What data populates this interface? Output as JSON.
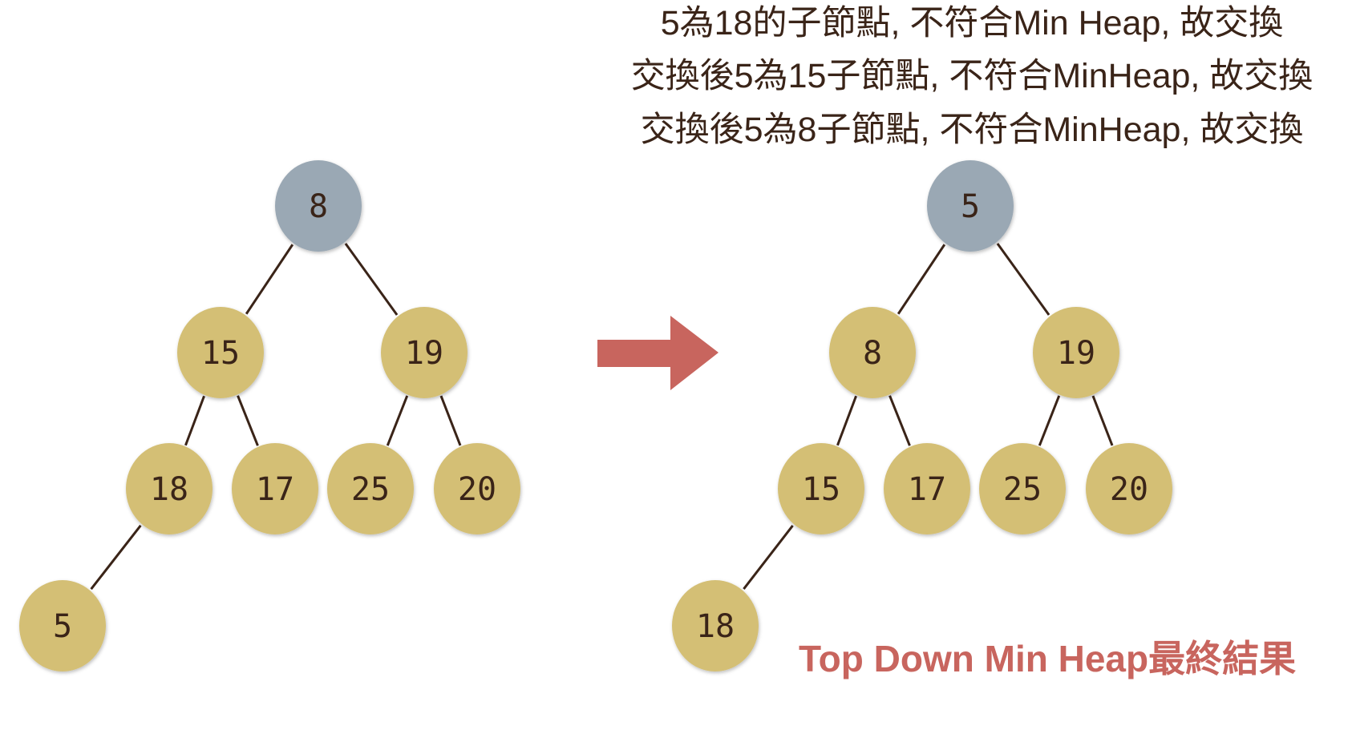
{
  "captions": [
    "5為18的子節點, 不符合Min Heap, 故交換",
    "交換後5為15子節點, 不符合MinHeap, 故交換",
    "交換後5為8子節點, 不符合MinHeap, 故交換"
  ],
  "result_label": "Top Down Min Heap最終結果",
  "colors": {
    "node": "#d4bf74",
    "root": "#9aa8b4",
    "edge": "#3a2418",
    "arrow": "#c8655e",
    "result": "#c8655e"
  },
  "trees": [
    {
      "name": "before",
      "nodes": [
        "8",
        "15",
        "19",
        "18",
        "17",
        "25",
        "20",
        "5"
      ]
    },
    {
      "name": "after",
      "nodes": [
        "5",
        "8",
        "19",
        "15",
        "17",
        "25",
        "20",
        "18"
      ]
    }
  ],
  "edges": [
    [
      0,
      1
    ],
    [
      0,
      2
    ],
    [
      1,
      3
    ],
    [
      1,
      4
    ],
    [
      2,
      5
    ],
    [
      2,
      6
    ],
    [
      3,
      7
    ]
  ]
}
